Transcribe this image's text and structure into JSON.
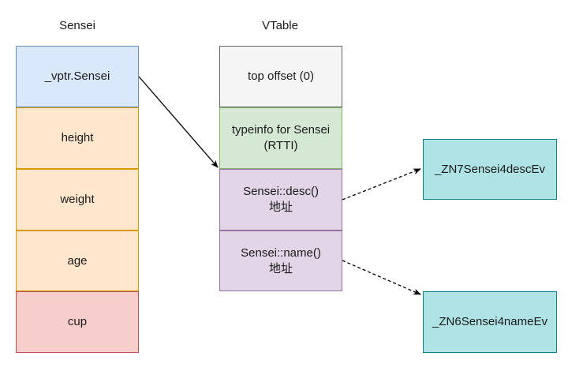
{
  "struct": {
    "title": "Sensei",
    "fields": [
      {
        "label": "_vptr.Sensei",
        "fill": "#dae8fc"
      },
      {
        "label": "height",
        "fill": "#ffe6cc"
      },
      {
        "label": "weight",
        "fill": "#ffe6cc"
      },
      {
        "label": "age",
        "fill": "#ffe6cc"
      },
      {
        "label": "cup",
        "fill": "#f8cecc"
      }
    ]
  },
  "vtable": {
    "title": "VTable",
    "entries": [
      {
        "line1": "top offset (0)",
        "line2": ""
      },
      {
        "line1": "typeinfo for Sensei",
        "line2": "(RTTI)"
      },
      {
        "line1": "Sensei::desc()",
        "line2": "地址"
      },
      {
        "line1": "Sensei::name()",
        "line2": "地址"
      }
    ]
  },
  "symbols": [
    {
      "label": "_ZN7Sensei4descEv"
    },
    {
      "label": "_ZN6Sensei4nameEv"
    }
  ],
  "colors": {
    "vptr_fill": "#dae8fc",
    "field_fill": "#ffe6cc",
    "cup_fill": "#f8cecc",
    "offset_fill": "#f5f5f5",
    "rtti_fill": "#d5e8d4",
    "method_fill": "#e1d5e7",
    "symbol_fill": "#b0e3e6"
  }
}
